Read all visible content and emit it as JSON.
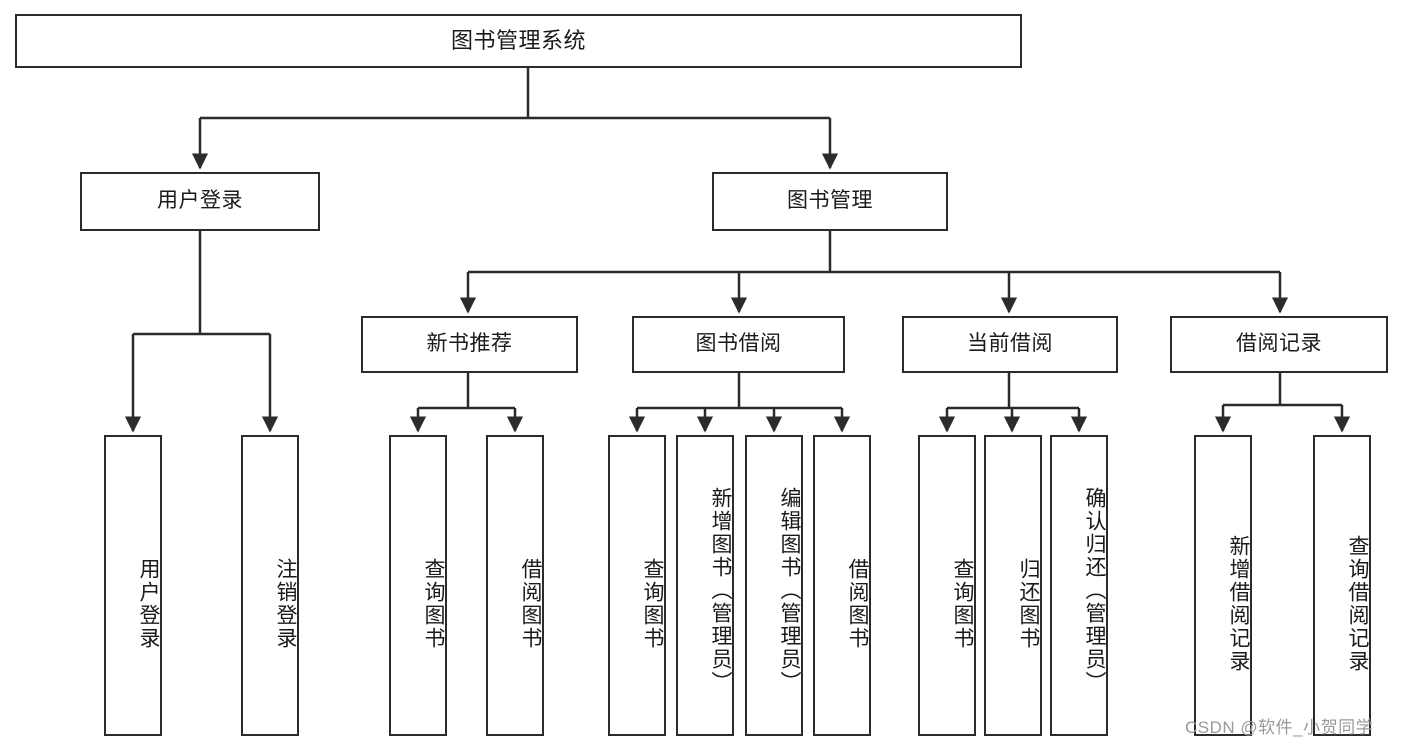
{
  "diagram": {
    "title": "图书管理系统",
    "type": "tree",
    "orientation": "top-down",
    "style": {
      "box_fill": "#ffffff",
      "box_stroke": "#2b2b2b",
      "connector_stroke": "#2b2b2b",
      "text_color": "#1a1a1a",
      "background": "#ffffff"
    }
  },
  "root": {
    "id": "root",
    "label": "图书管理系统"
  },
  "level2": [
    {
      "id": "user-login",
      "label": "用户登录"
    },
    {
      "id": "book-management",
      "label": "图书管理"
    }
  ],
  "level3": [
    {
      "id": "new-book-recommend",
      "label": "新书推荐",
      "parent": "book-management"
    },
    {
      "id": "book-borrow",
      "label": "图书借阅",
      "parent": "book-management"
    },
    {
      "id": "current-borrow",
      "label": "当前借阅",
      "parent": "book-management"
    },
    {
      "id": "borrow-record",
      "label": "借阅记录",
      "parent": "book-management"
    }
  ],
  "leaves": [
    {
      "id": "leaf-user-login",
      "label": "用户登录",
      "parent": "user-login"
    },
    {
      "id": "leaf-user-logout",
      "label": "注销登录",
      "parent": "user-login"
    },
    {
      "id": "leaf-query-book-1",
      "label": "查询图书",
      "parent": "new-book-recommend"
    },
    {
      "id": "leaf-borrow-book-1",
      "label": "借阅图书",
      "parent": "new-book-recommend"
    },
    {
      "id": "leaf-query-book-2",
      "label": "查询图书",
      "parent": "book-borrow"
    },
    {
      "id": "leaf-add-book",
      "label": "新增图书（管理员）",
      "parent": "book-borrow"
    },
    {
      "id": "leaf-edit-book",
      "label": "编辑图书（管理员）",
      "parent": "book-borrow"
    },
    {
      "id": "leaf-borrow-book-2",
      "label": "借阅图书",
      "parent": "book-borrow"
    },
    {
      "id": "leaf-query-book-3",
      "label": "查询图书",
      "parent": "current-borrow"
    },
    {
      "id": "leaf-return-book",
      "label": "归还图书",
      "parent": "current-borrow"
    },
    {
      "id": "leaf-confirm-return",
      "label": "确认归还（管理员）",
      "parent": "current-borrow"
    },
    {
      "id": "leaf-add-record",
      "label": "新增借阅记录",
      "parent": "borrow-record"
    },
    {
      "id": "leaf-query-record",
      "label": "查询借阅记录",
      "parent": "borrow-record"
    }
  ],
  "watermark": {
    "text": "CSDN @软件_小贺同学"
  }
}
